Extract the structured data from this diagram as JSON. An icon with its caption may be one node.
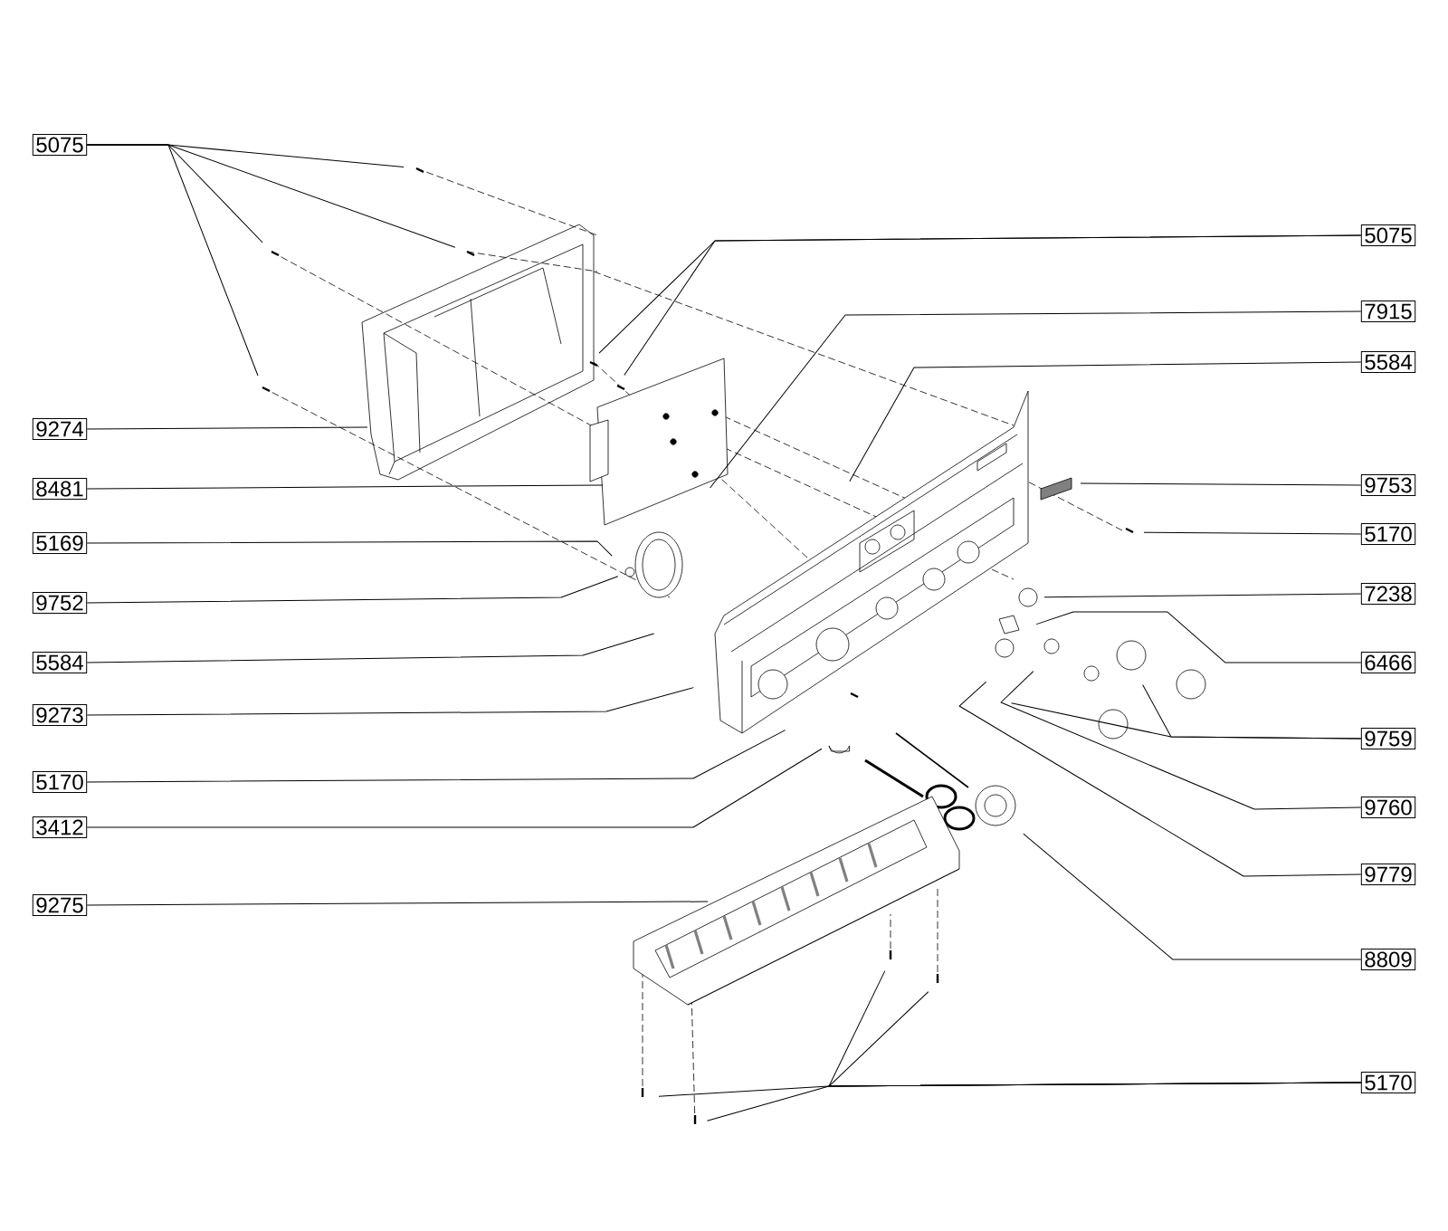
{
  "diagram": {
    "nodes": [
      {
        "text": [
          "5075"
        ]
      },
      {
        "text": [
          "9274"
        ]
      },
      {
        "text": [
          "8481"
        ]
      },
      {
        "text": [
          "5169"
        ]
      },
      {
        "text": [
          "9752"
        ]
      },
      {
        "text": [
          "5584"
        ]
      },
      {
        "text": [
          "9273"
        ]
      },
      {
        "text": [
          "5170"
        ]
      },
      {
        "text": [
          "3412"
        ]
      },
      {
        "text": [
          "9275"
        ]
      },
      {
        "text": [
          "5075"
        ]
      },
      {
        "text": [
          "7915"
        ]
      },
      {
        "text": [
          "5584"
        ]
      },
      {
        "text": [
          "9753"
        ]
      },
      {
        "text": [
          "5170"
        ]
      },
      {
        "text": [
          "7238"
        ]
      },
      {
        "text": [
          "6466"
        ]
      },
      {
        "text": [
          "9759"
        ]
      },
      {
        "text": [
          "9760"
        ]
      },
      {
        "text": [
          "9779"
        ]
      },
      {
        "text": [
          "8809"
        ]
      },
      {
        "text": [
          "5170"
        ]
      }
    ],
    "edges": [
      {
        "from": 0,
        "to": null,
        "arrow": "none"
      },
      {
        "from": 0,
        "to": null,
        "arrow": "none"
      },
      {
        "from": 0,
        "to": null,
        "arrow": "none"
      },
      {
        "from": 0,
        "to": null,
        "arrow": "none"
      },
      {
        "from": 1,
        "to": null,
        "arrow": "none"
      },
      {
        "from": 2,
        "to": null,
        "arrow": "none"
      },
      {
        "from": 3,
        "to": null,
        "arrow": "none"
      },
      {
        "from": 4,
        "to": null,
        "arrow": "none"
      },
      {
        "from": 5,
        "to": null,
        "arrow": "none"
      },
      {
        "from": 6,
        "to": null,
        "arrow": "none"
      },
      {
        "from": 7,
        "to": null,
        "arrow": "none"
      },
      {
        "from": 8,
        "to": null,
        "arrow": "none"
      },
      {
        "from": 9,
        "to": null,
        "arrow": "none"
      },
      {
        "from": 10,
        "to": null,
        "arrow": "none"
      },
      {
        "from": 10,
        "to": null,
        "arrow": "none"
      },
      {
        "from": 11,
        "to": null,
        "arrow": "none"
      },
      {
        "from": 12,
        "to": null,
        "arrow": "none"
      },
      {
        "from": 13,
        "to": null,
        "arrow": "none"
      },
      {
        "from": 14,
        "to": null,
        "arrow": "none"
      },
      {
        "from": 15,
        "to": null,
        "arrow": "none"
      },
      {
        "from": 16,
        "to": null,
        "arrow": "none"
      },
      {
        "from": 17,
        "to": null,
        "arrow": "none"
      },
      {
        "from": 17,
        "to": null,
        "arrow": "none"
      },
      {
        "from": 18,
        "to": null,
        "arrow": "none"
      },
      {
        "from": 19,
        "to": null,
        "arrow": "none"
      },
      {
        "from": 20,
        "to": null,
        "arrow": "none"
      },
      {
        "from": 21,
        "to": null,
        "arrow": "none"
      },
      {
        "from": 21,
        "to": null,
        "arrow": "none"
      },
      {
        "from": 21,
        "to": null,
        "arrow": "none"
      },
      {
        "from": 21,
        "to": null,
        "arrow": "none"
      }
    ]
  }
}
